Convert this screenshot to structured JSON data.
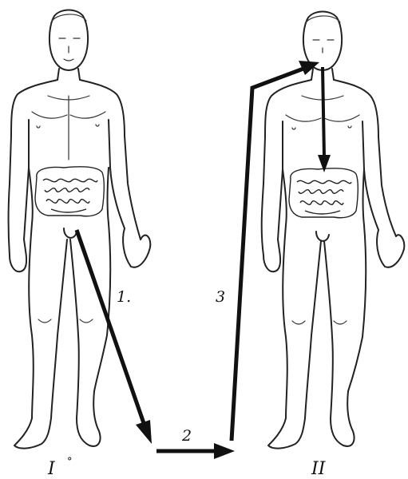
{
  "figures": [
    {
      "id": "figure-1",
      "roman": "I",
      "mark": "°"
    },
    {
      "id": "figure-2",
      "roman": "II"
    }
  ],
  "steps": [
    {
      "id": "step-1",
      "label": "1."
    },
    {
      "id": "step-2",
      "label": "2"
    },
    {
      "id": "step-3",
      "label": "3"
    }
  ]
}
